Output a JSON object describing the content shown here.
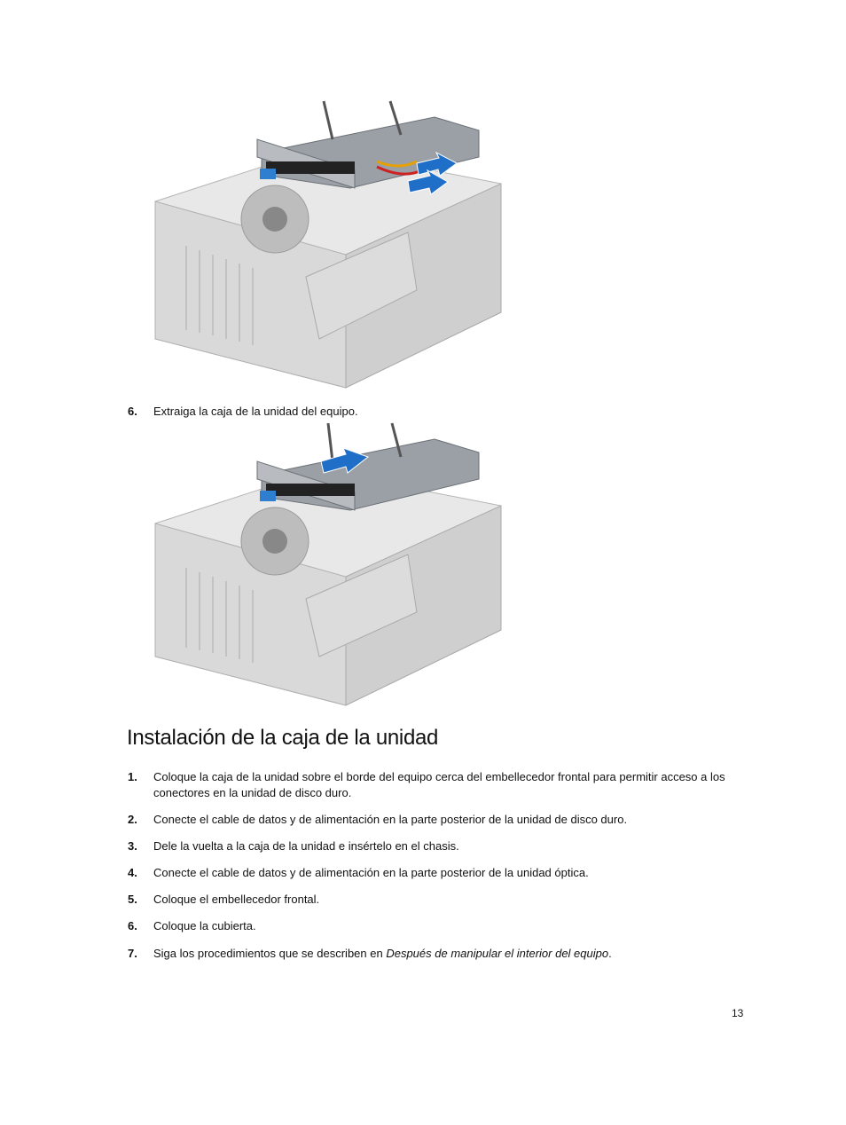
{
  "step_before": {
    "num": "6.",
    "text": "Extraiga la caja de la unidad del equipo."
  },
  "section_title": "Instalación de la caja de la unidad",
  "steps": [
    {
      "num": "1.",
      "text": "Coloque la caja de la unidad sobre el borde del equipo cerca del embellecedor frontal para permitir acceso a los conectores en la unidad de disco duro."
    },
    {
      "num": "2.",
      "text": "Conecte el cable de datos y de alimentación en la parte posterior de la unidad de disco duro."
    },
    {
      "num": "3.",
      "text": "Dele la vuelta a la caja de la unidad e insértelo en el chasis."
    },
    {
      "num": "4.",
      "text": "Conecte el cable de datos y de alimentación en la parte posterior de la unidad óptica."
    },
    {
      "num": "5.",
      "text": "Coloque el embellecedor frontal."
    },
    {
      "num": "6.",
      "text": "Coloque la cubierta."
    },
    {
      "num": "7.",
      "text_before": "Siga los procedimientos que se describen en ",
      "text_italic": "Después de manipular el interior del equipo",
      "text_after": "."
    }
  ],
  "page_number": "13",
  "colors": {
    "arrow": "#1f6fc9",
    "chassis": "#c9c9c9",
    "tray": "#8a8f96"
  }
}
